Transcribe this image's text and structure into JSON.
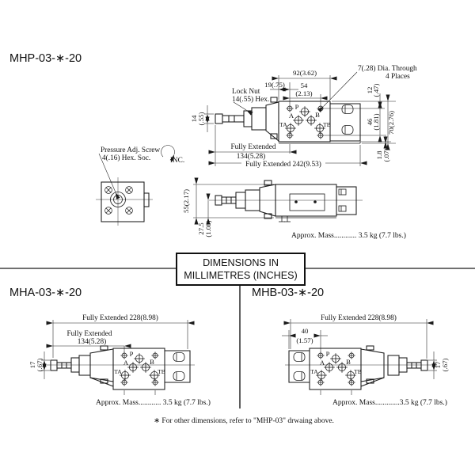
{
  "page": {
    "bg": "#ffffff",
    "ink": "#1a1a1a"
  },
  "units": {
    "line1": "DIMENSIONS IN",
    "line2": "MILLIMETRES (INCHES)"
  },
  "ports": {
    "p": "P",
    "a": "A",
    "b": "B",
    "ta": "TA",
    "tb": "TB"
  },
  "mhp": {
    "title": "MHP-03-∗-20",
    "labels": {
      "lock1": "Lock Nut",
      "lock2": "14(.55) Hex.",
      "dia1": "7(.28) Dia. Through",
      "dia2": "4 Places",
      "press1": "Pressure Adj. Screw",
      "press2": "4(.16) Hex. Soc.",
      "inc": "INC."
    },
    "dims": {
      "w92": "92(3.62)",
      "w19": "19(.75)",
      "w54mm": "54",
      "w54in": "(2.13)",
      "h14mm": "14",
      "h14in": "(.55)",
      "h12mm": "12",
      "h12in": "(.47)",
      "h46mm": "46",
      "h46in": "(1.81)",
      "h70": "70(2.76)",
      "h18mm": "1.8",
      "h18in": "(.07)",
      "fe": "Fully Extended",
      "fe134": "134(5.28)",
      "fe242": "Fully Extended 242(9.53)",
      "h55": "55(2.17)",
      "h275mm": "27.5",
      "h275in": "(1.08)"
    },
    "mass": "Approx. Mass............ 3.5 kg (7.7 lbs.)"
  },
  "mha": {
    "title": "MHA-03-∗-20",
    "dims": {
      "fe228": "Fully Extended 228(8.98)",
      "fe": "Fully Extended",
      "fe134": "134(5.28)",
      "h17mm": "17",
      "h17in": "(.67)"
    },
    "mass": "Approx. Mass............ 3.5 kg (7.7 lbs.)"
  },
  "mhb": {
    "title": "MHB-03-∗-20",
    "dims": {
      "fe228": "Fully Extended 228(8.98)",
      "w40mm": "40",
      "w40in": "(1.57)",
      "h17mm": "17",
      "h17in": "(.67)"
    },
    "mass": "Approx. Mass.............3.5 kg (7.7 lbs.)"
  },
  "footnote": "∗ For other dimensions, refer to \"MHP-03\" drwaing above."
}
